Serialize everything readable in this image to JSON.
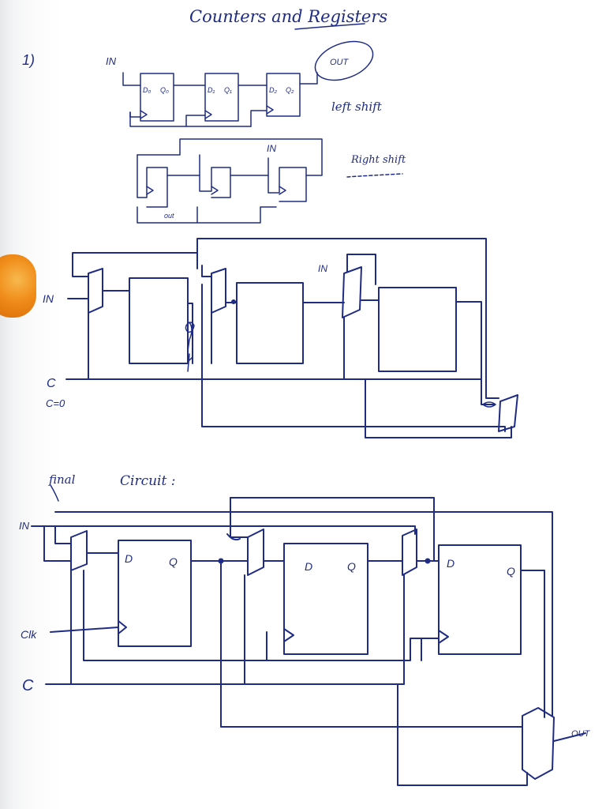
{
  "title": "Counters and Registers",
  "question_number": "1)",
  "top": {
    "in_label": "IN",
    "out_label": "OUT",
    "ff_labels": [
      {
        "d": "D₀",
        "q": "Q₀"
      },
      {
        "d": "D₁",
        "q": "Q₁"
      },
      {
        "d": "D₂",
        "q": "Q₂"
      }
    ],
    "left_shift_label": "left shift",
    "right_shift_label": "Right shift",
    "right_in_label": "IN",
    "right_out_label": "out"
  },
  "middle": {
    "in_label": "IN",
    "in2_label": "IN",
    "c_label": "C",
    "c_eq_label": "C=0"
  },
  "final": {
    "heading_word1": "final",
    "heading_word2": "Circuit :",
    "in_label": "IN",
    "clk_label": "Clk",
    "c_label": "C",
    "out_label": "OUT",
    "ff_labels": [
      {
        "d": "D",
        "q": "Q"
      },
      {
        "d": "D",
        "q": "Q"
      },
      {
        "d": "D",
        "q": "Q"
      }
    ]
  },
  "colors": {
    "ink": "#1f2c86",
    "paper": "#ffffff",
    "tab": "#f08d1a"
  }
}
